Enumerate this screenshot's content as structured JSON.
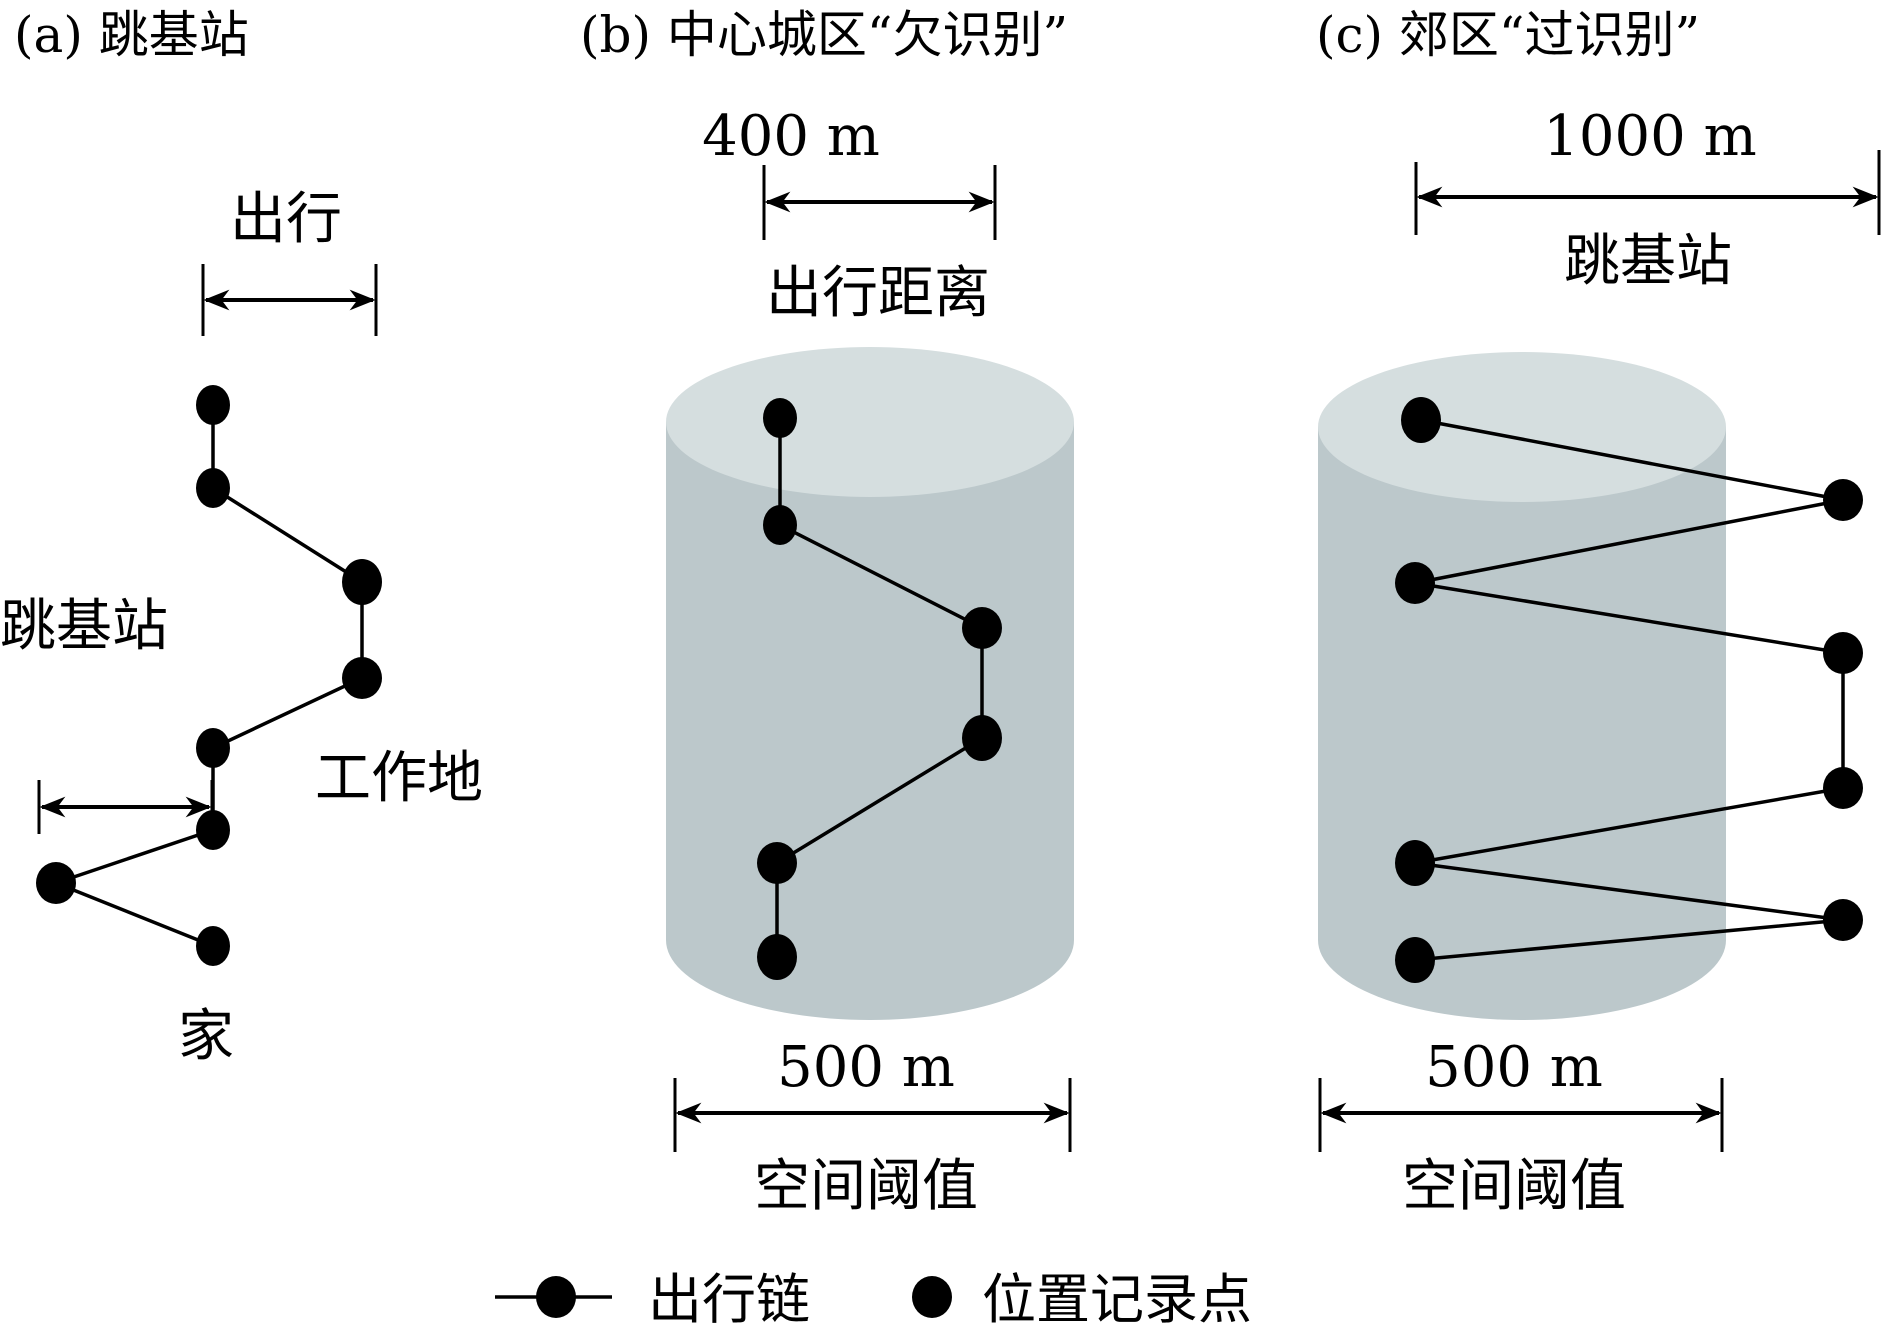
{
  "panels": {
    "a": {
      "title": "(a) 跳基站",
      "label_travel": "出行",
      "label_hop": "跳基站",
      "label_work": "工作地",
      "label_home": "家"
    },
    "b": {
      "title": "(b) 中心城区“欠识别”",
      "travel_distance_value": "400 m",
      "travel_distance_label": "出行距离",
      "threshold_value": "500 m",
      "threshold_label": "空间阈值"
    },
    "c": {
      "title": "(c) 郊区“过识别”",
      "hop_distance_value": "1000 m",
      "hop_label": "跳基站",
      "threshold_value": "500 m",
      "threshold_label": "空间阈值"
    }
  },
  "legend": {
    "chain_label": "出行链",
    "point_label": "位置记录点"
  },
  "colors": {
    "cylinder_body": "#bcc8cb",
    "cylinder_top": "#d5dedf",
    "ink": "#000000"
  }
}
